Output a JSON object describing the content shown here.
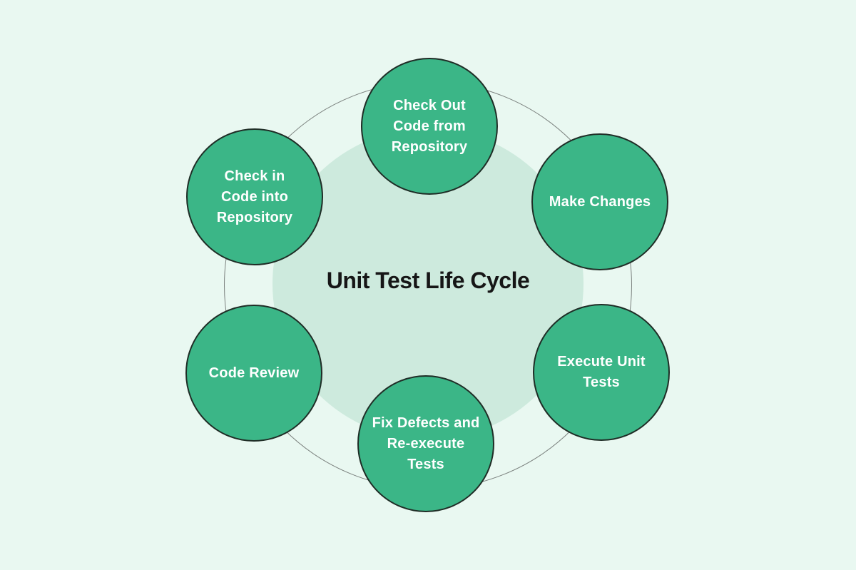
{
  "diagram": {
    "title": "Unit Test Life Cycle",
    "nodes": [
      {
        "id": "check-out-code-from-repository",
        "label": "Check Out\nCode from\nRepository"
      },
      {
        "id": "make-changes",
        "label": "Make Changes"
      },
      {
        "id": "execute-unit-tests",
        "label": "Execute Unit\nTests"
      },
      {
        "id": "fix-defects-and-re-execute-tests",
        "label": "Fix Defects and\nRe-execute\nTests"
      },
      {
        "id": "code-review",
        "label": "Code Review"
      },
      {
        "id": "check-in-code-into-repository",
        "label": "Check in\nCode into\nRepository"
      }
    ],
    "colors": {
      "background": "#e9f8f1",
      "inner_circle": "#cdeadd",
      "node_fill": "#3bb687",
      "node_border": "#1f2d26",
      "node_text": "#ffffff",
      "ring_stroke": "#7b817e",
      "title_text": "#161616"
    }
  }
}
